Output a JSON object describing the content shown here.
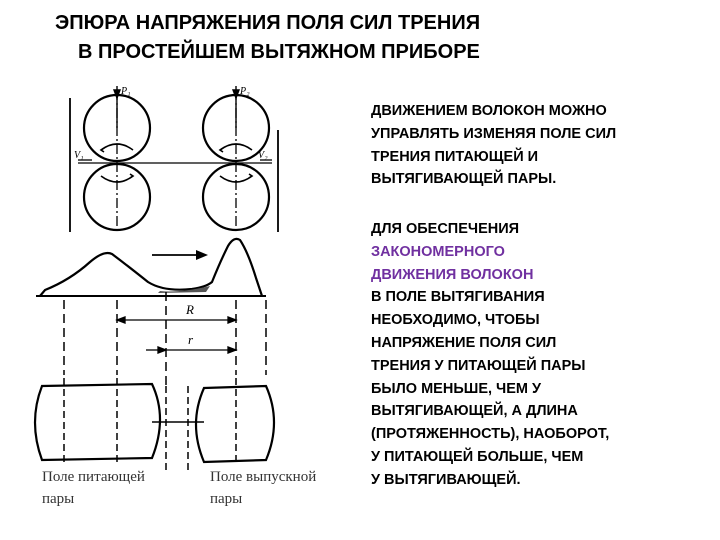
{
  "title": {
    "line1": "ЭПЮРА НАПРЯЖЕНИЯ ПОЛЯ СИЛ ТРЕНИЯ",
    "line2": "В ПРОСТЕЙШЕМ ВЫТЯЖНОМ ПРИБОРЕ"
  },
  "paragraph1": [
    "ДВИЖЕНИЕМ ВОЛОКОН МОЖНО",
    "УПРАВЛЯТЬ ИЗМЕНЯЯ ПОЛЕ СИЛ",
    "ТРЕНИЯ ПИТАЮЩЕЙ И",
    "ВЫТЯГИВАЮЩЕЙ ПАРЫ."
  ],
  "paragraph2": [
    "ДЛЯ ОБЕСПЕЧЕНИЯ",
    "ЗАКОНОМЕРНОГО",
    "ДВИЖЕНИЯ ВОЛОКОН",
    "В ПОЛЕ ВЫТЯГИВАНИЯ",
    "НЕОБХОДИМО, ЧТОБЫ",
    "НАПРЯЖЕНИЕ ПОЛЯ СИЛ",
    "ТРЕНИЯ У ПИТАЮЩЕЙ ПАРЫ",
    "БЫЛО МЕНЬШЕ, ЧЕМ У",
    "ВЫТЯГИВАЮЩЕЙ, А ДЛИНА",
    "(ПРОТЯЖЕННОСТЬ), НАОБОРОТ,",
    "У ПИТАЮЩЕЙ БОЛЬШЕ, ЧЕМ",
    "У ВЫТЯГИВАЮЩЕЙ."
  ],
  "highlight_color": "#7030a0",
  "diagram": {
    "labels": {
      "p1": "P₁",
      "p2": "P₂",
      "v1": "V₁",
      "v2": "V₂",
      "R": "R",
      "r": "r"
    },
    "caption_feed": [
      "Поле питающей",
      "пары"
    ],
    "caption_draw": [
      "Поле выпускной",
      "пары"
    ]
  }
}
